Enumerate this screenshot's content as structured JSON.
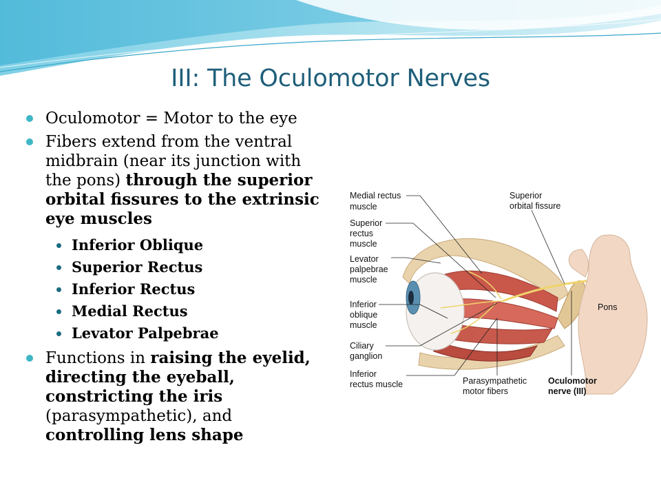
{
  "title": "III: The Oculomotor Nerves",
  "bullets": [
    {
      "parts": [
        {
          "text": "Oculomotor = Motor to the eye",
          "bold": false
        }
      ]
    },
    {
      "parts": [
        {
          "text": "Fibers extend from the ventral midbrain (near its junction with the pons) ",
          "bold": false
        },
        {
          "text": "through the superior orbital fissures to the extrinsic eye muscles",
          "bold": true
        }
      ],
      "sub": [
        "Inferior Oblique",
        "Superior Rectus",
        "Inferior Rectus",
        "Medial Rectus",
        "Levator Palpebrae"
      ]
    },
    {
      "parts": [
        {
          "text": "Functions in ",
          "bold": false
        },
        {
          "text": "raising the eyelid, directing the eyeball, constricting the iris",
          "bold": true
        },
        {
          "text": " (parasympathetic), and ",
          "bold": false
        },
        {
          "text": "controlling lens shape",
          "bold": true
        }
      ]
    }
  ],
  "figure": {
    "labels": {
      "medial_rectus_1": "Medial rectus",
      "medial_rectus_2": "muscle",
      "superior_rectus_1": "Superior",
      "superior_rectus_2": "rectus",
      "superior_rectus_3": "muscle",
      "levator_1": "Levator",
      "levator_2": "palpebrae",
      "levator_3": "muscle",
      "inferior_oblique_1": "Inferior",
      "inferior_oblique_2": "oblique",
      "inferior_oblique_3": "muscle",
      "ciliary_1": "Ciliary",
      "ciliary_2": "ganglion",
      "inferior_rectus_1": "Inferior",
      "inferior_rectus_2": "rectus muscle",
      "sup_orbital_1": "Superior",
      "sup_orbital_2": "orbital fissure",
      "pons": "Pons",
      "parasym_1": "Parasympathetic",
      "parasym_2": "motor fibers",
      "oculomotor_1": "Oculomotor",
      "oculomotor_2": "nerve (III)"
    }
  },
  "colors": {
    "title": "#1f5f7a",
    "bullet": "#3fb7c6",
    "sub_bullet": "#1c6d80"
  }
}
